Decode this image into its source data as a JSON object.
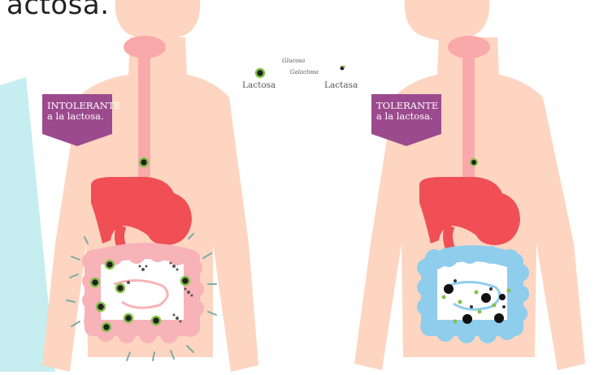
{
  "header": {
    "headline_fragment": "actosa."
  },
  "legend": {
    "glucose_label": "Glucosa",
    "galactose_label": "Galactosa",
    "lactose_label": "Lactosa",
    "lactase_label": "Lactasa"
  },
  "panels": [
    {
      "tag_line1": "INTOLERANTE",
      "tag_line2": "a la lactosa."
    },
    {
      "tag_line1": "TOLERANTE",
      "tag_line2": "a la lactosa."
    }
  ],
  "colors": {
    "skin": "#FDD5C0",
    "esophagus": "#F9A9A9",
    "stomach": "#EF4F55",
    "intolerant_colon": "#F7B3B8",
    "tolerant_colon": "#8FCDED",
    "tag_purple": "#9C4A8E",
    "accent_cyan": "#C6EEF0",
    "molecule_green": "#84C14A"
  }
}
